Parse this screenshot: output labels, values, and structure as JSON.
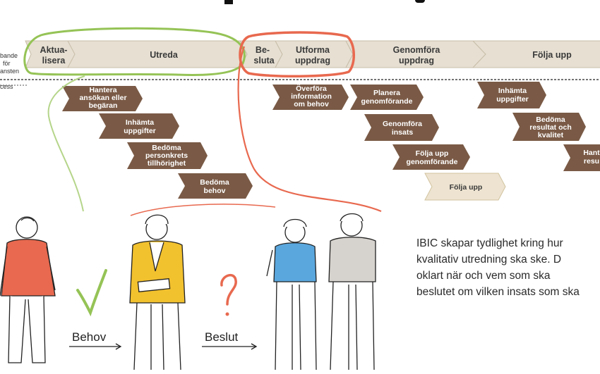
{
  "colors": {
    "phase_fill": "#e6dfd2",
    "phase_stroke": "#c8bda8",
    "task_fill": "#7a5a46",
    "task_light": "#ede3d0",
    "green": "#95c356",
    "red": "#e8694f"
  },
  "left_labels": {
    "l1": "bande",
    "l2": "för",
    "l3": "ansten",
    "l4": "cess"
  },
  "phases": {
    "aktualisera": [
      "Aktua-",
      "lisera"
    ],
    "utreda": "Utreda",
    "besluta": [
      "Be-",
      "sluta"
    ],
    "utforma": [
      "Utforma",
      "uppdrag"
    ],
    "genomfora": [
      "Genomföra",
      "uppdrag"
    ],
    "folja_upp": "Följa upp"
  },
  "tasks": {
    "hantera": [
      "Hantera",
      "ansökan eller",
      "begäran"
    ],
    "inhamta1": [
      "Inhämta",
      "uppgifter"
    ],
    "bedoma_person": [
      "Bedöma",
      "personkrets",
      "tillhörighet"
    ],
    "bedoma_behov": [
      "Bedöma",
      "behov"
    ],
    "overfora": [
      "Överföra",
      "information",
      "om behov"
    ],
    "planera": [
      "Planera",
      "genomförande"
    ],
    "genomfora_insats": [
      "Genomföra",
      "insats"
    ],
    "folja_genomf": [
      "Följa upp",
      "genomförande"
    ],
    "folja_upp": "Följa upp",
    "inhamta2": [
      "Inhämta",
      "uppgifter"
    ],
    "bedoma_resultat": [
      "Bedöma",
      "resultat och",
      "kvalitet"
    ],
    "hantera2": [
      "Hant",
      "resu"
    ]
  },
  "captions": {
    "behov": "Behov",
    "beslut": "Beslut"
  },
  "paragraph": [
    "IBIC skapar tydlighet kring hur",
    "kvalitativ utredning ska ske. D",
    "oklart när och vem som ska",
    "beslutet om vilken insats som ska"
  ],
  "icons": {
    "check": "check-mark-icon",
    "question": "question-mark-icon"
  }
}
